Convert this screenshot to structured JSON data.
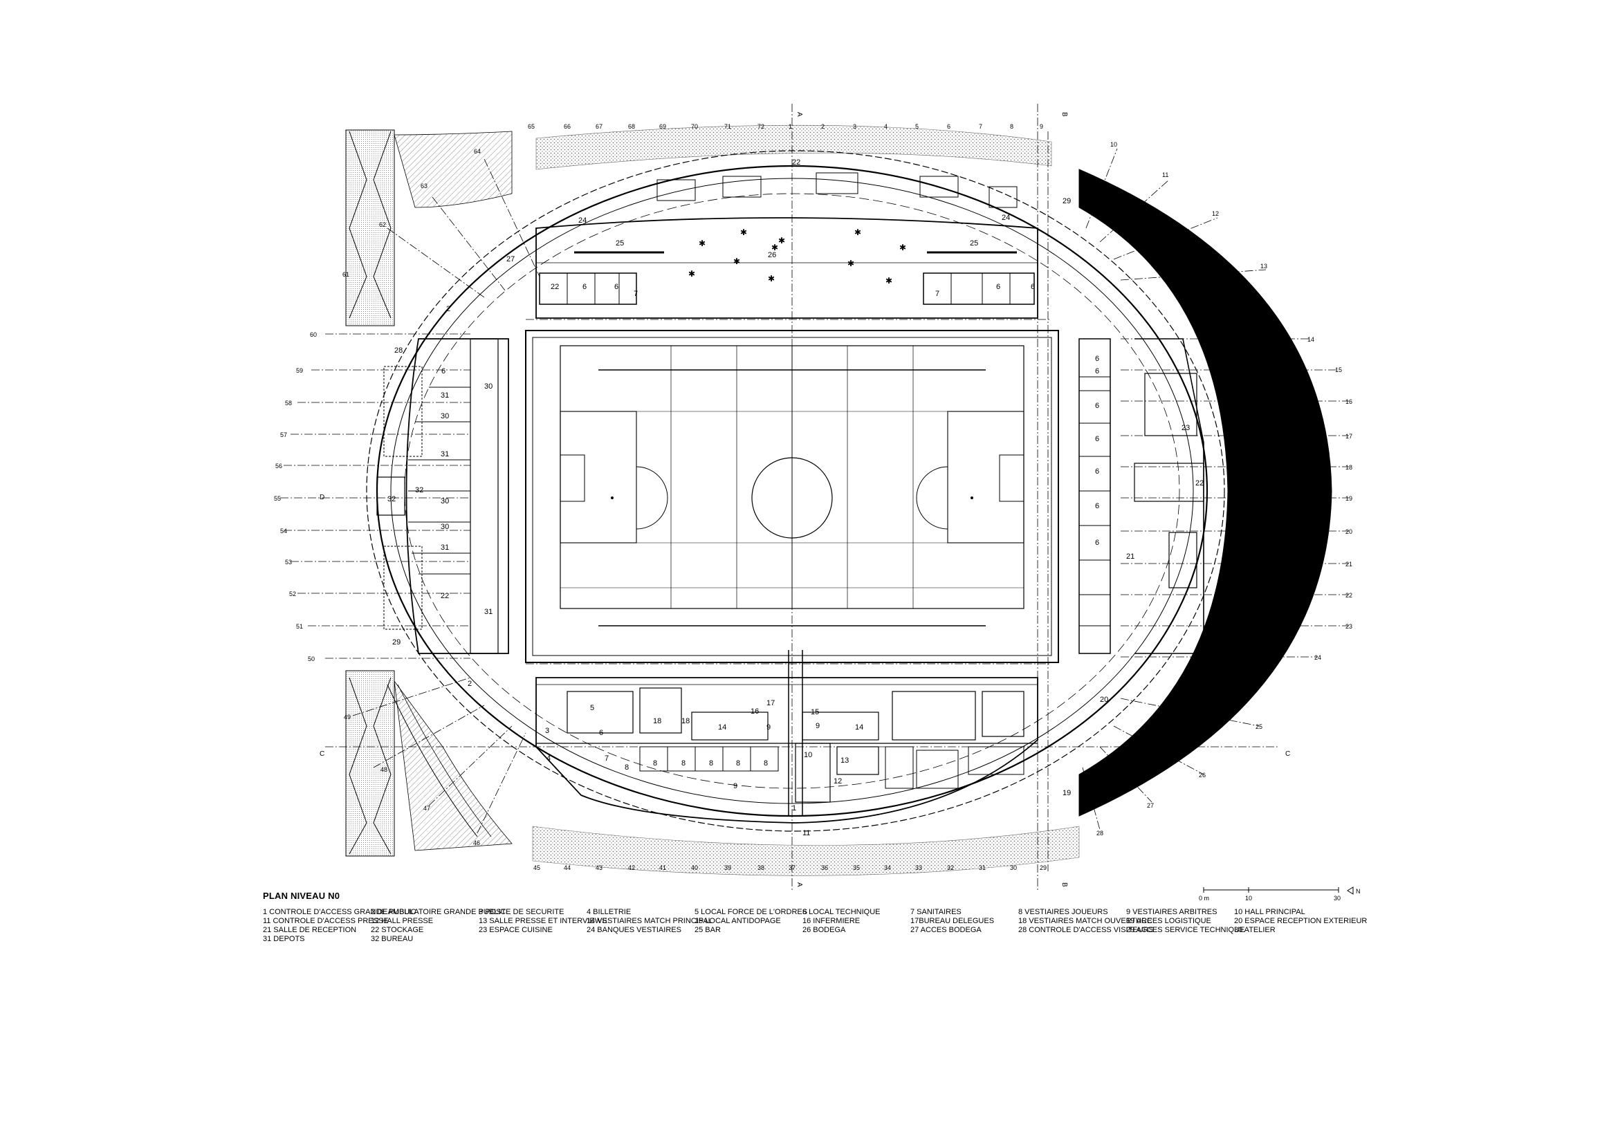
{
  "plan": {
    "title": "PLAN NIVEAU N0",
    "legend": [
      "1 CONTROLE D'ACCESS GRANDE PUBLIC",
      "2 DEAMBULATOIRE GRANDE PUBLIC",
      "3 POSTE DE SECURITE",
      "4 BILLETRIE",
      "5 LOCAL FORCE DE L'ORDRES",
      "6 LOCAL TECHNIQUE",
      "7 SANITAIRES",
      "8 VESTIAIRES JOUEURS",
      "9 VESTIAIRES ARBITRES",
      "10 HALL PRINCIPAL",
      "11 CONTROLE D'ACCESS PRESSE",
      "12 HALL PRESSE",
      "13 SALLE PRESSE ET INTERVIEWS",
      "14 VESTIAIRES MATCH PRINCIPAL",
      "15 LOCAL ANTIDOPAGE",
      "16 INFERMIERE",
      "17BUREAU DELEGUES",
      "18 VESTIAIRES MATCH OUVERTURE",
      "19 ACCES LOGISTIQUE",
      "20 ESPACE RECEPTION EXTERIEUR",
      "21 SALLE DE RECEPTION",
      "22 STOCKAGE",
      "23 ESPACE CUISINE",
      "24 BANQUES VESTIAIRES",
      "25 BAR",
      "26 BODEGA",
      "27 ACCES BODEGA",
      "28 CONTROLE D'ACCESS VISITEURS",
      "29 ACCES SERVICE TECHNIQUE",
      "30 ATELIER",
      "31 DEPOTS",
      "32 BUREAU"
    ],
    "scale": {
      "start": "0 m",
      "mid": "10",
      "end": "30",
      "north": "N"
    },
    "grid_top": [
      "65",
      "66",
      "67",
      "68",
      "69",
      "70",
      "71",
      "72",
      "1",
      "2",
      "3",
      "4",
      "5",
      "6",
      "7",
      "8",
      "9"
    ],
    "grid_bottom": [
      "45",
      "44",
      "43",
      "42",
      "41",
      "40",
      "39",
      "38",
      "37",
      "36",
      "35",
      "34",
      "33",
      "32",
      "31",
      "30",
      "29"
    ],
    "grid_right": [
      "10",
      "11",
      "12",
      "13",
      "14",
      "15",
      "16",
      "17",
      "18",
      "19",
      "20",
      "21",
      "22",
      "23",
      "24",
      "25",
      "26",
      "27",
      "28"
    ],
    "grid_left": [
      "60",
      "59",
      "58",
      "57",
      "56",
      "55",
      "54",
      "53",
      "52",
      "51",
      "50"
    ],
    "grid_diag_left": [
      "64",
      "63",
      "62",
      "61",
      "49",
      "48",
      "47",
      "46"
    ],
    "section_marks": [
      "A",
      "B",
      "C",
      "D"
    ],
    "rooms": {
      "north": [
        "24",
        "25",
        "26",
        "25",
        "24",
        "22",
        "6",
        "6",
        "7",
        "7",
        "6",
        "6",
        "22",
        "27",
        "2",
        "28",
        "29",
        "19"
      ],
      "west": [
        "6",
        "31",
        "30",
        "30",
        "31",
        "32",
        "32",
        "30",
        "30",
        "31",
        "22",
        "31",
        "29",
        "2"
      ],
      "east": [
        "6",
        "6",
        "6",
        "6",
        "6",
        "6",
        "6",
        "23",
        "22",
        "21",
        "20",
        "19"
      ],
      "south": [
        "3",
        "5",
        "6",
        "4",
        "7",
        "8",
        "8",
        "8",
        "8",
        "8",
        "8",
        "18",
        "18",
        "14",
        "16",
        "17",
        "9",
        "9",
        "15",
        "9",
        "14",
        "10",
        "13",
        "12",
        "1",
        "11"
      ]
    }
  }
}
